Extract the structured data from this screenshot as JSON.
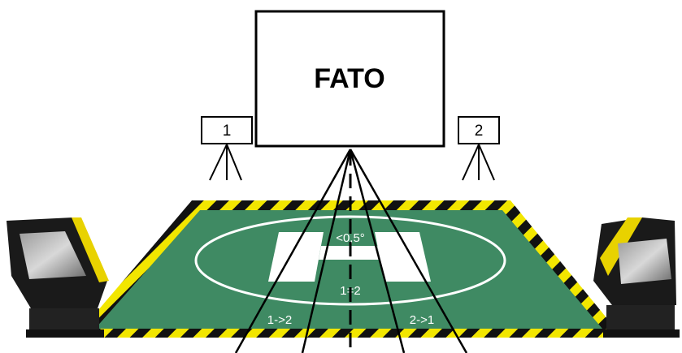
{
  "fato": {
    "label": "FATO"
  },
  "signs": [
    {
      "label": "1"
    },
    {
      "label": "2"
    }
  ],
  "pad": {
    "angle_label": "<0,5°",
    "equal_label": "1=2",
    "left_label": "1->2",
    "right_label": "2->1"
  },
  "colors": {
    "pad_green": "#3f8a63",
    "stripe_yellow": "#f2e600",
    "stripe_black": "#111111",
    "marking_white": "#ffffff",
    "device_body": "#1a1a1a",
    "device_accent": "#e8d200"
  },
  "icons": {
    "left_device": "light-unit-icon",
    "right_device": "light-unit-icon",
    "tripod": "tripod-icon"
  }
}
